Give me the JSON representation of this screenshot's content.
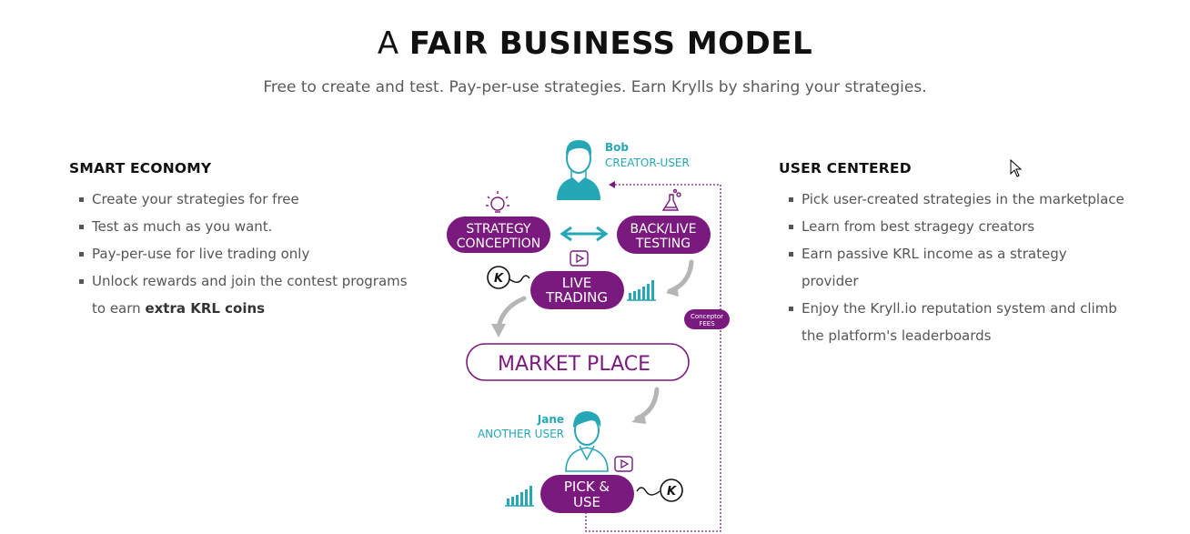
{
  "header": {
    "title_prefix": "A",
    "title_bold": "FAIR BUSINESS MODEL",
    "subtitle": "Free to create and test. Pay-per-use strategies. Earn Krylls by sharing your strategies."
  },
  "left": {
    "title": "SMART ECONOMY",
    "items": [
      "Create your strategies for free",
      "Test as much as you want.",
      "Pay-per-use for live trading only",
      "Unlock rewards and join the contest programs"
    ],
    "item5_prefix": "to earn",
    "item5_bold": "extra KRL coins"
  },
  "right": {
    "title": "USER CENTERED",
    "items": [
      "Pick user-created strategies in the marketplace",
      "Learn from best stragegy creators",
      "Earn passive KRL income as a strategy provider",
      "Enjoy the Kryll.io reputation system and climb"
    ],
    "item5": "the platform's leaderboards"
  },
  "diagram": {
    "bob_name": "Bob",
    "bob_role": "CREATOR-USER",
    "jane_name": "Jane",
    "jane_role": "ANOTHER USER",
    "strategy_line1": "STRATEGY",
    "strategy_line2": "CONCEPTION",
    "backtest_line1": "BACK/LIVE",
    "backtest_line2": "TESTING",
    "live_line1": "LIVE",
    "live_line2": "TRADING",
    "market": "MARKET PLACE",
    "pick_line1": "PICK &",
    "pick_line2": "USE",
    "fees_line1": "Conceptor",
    "fees_line2": "FEES",
    "coin_symbol": "K"
  },
  "colors": {
    "purple": "#7b1a7e",
    "teal": "#26a7b5",
    "arrow_gray": "#b5b5b5"
  }
}
